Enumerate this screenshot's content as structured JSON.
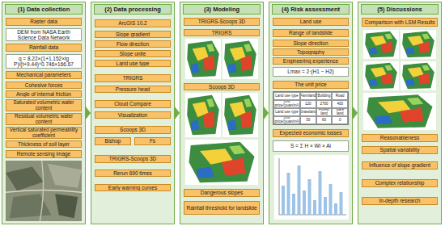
{
  "diagram": {
    "nodes": [
      {
        "text": [
          "(1) Data collection"
        ]
      },
      {
        "text": [
          "Raster data"
        ],
        "in": 0
      },
      {
        "text": [
          "DEM from NASA Earth Science Data Network"
        ],
        "in": 0
      },
      {
        "text": [
          "Rainfall data"
        ],
        "in": 0
      },
      {
        "text": [
          "q = 8.22×(1+1.152×lg P)/(t+9.44)^0.746×166.67"
        ],
        "in": 0
      },
      {
        "text": [
          "Mechanical parameters"
        ],
        "in": 0
      },
      {
        "text": [
          "Cohesive forces"
        ],
        "in": 0
      },
      {
        "text": [
          "Angle of internal friction"
        ],
        "in": 0
      },
      {
        "text": [
          "Saturated volumetric water content"
        ],
        "in": 0
      },
      {
        "text": [
          "Residual volumetric water content"
        ],
        "in": 0
      },
      {
        "text": [
          "Vertical saturated permeability coefficient"
        ],
        "in": 0
      },
      {
        "text": [
          "Thickness of soil layer"
        ],
        "in": 0
      },
      {
        "text": [
          "Remote sensing image"
        ],
        "in": 0
      },
      {
        "text": [
          "(2) Data processing"
        ]
      },
      {
        "text": [
          "ArcGIS 10.2"
        ],
        "in": 13
      },
      {
        "text": [
          "Slope gradient"
        ],
        "in": 13
      },
      {
        "text": [
          "Flow direction"
        ],
        "in": 13
      },
      {
        "text": [
          "Slope unite"
        ],
        "in": 13
      },
      {
        "text": [
          "Land use type"
        ],
        "in": 13
      },
      {
        "text": [
          "TRIGRS"
        ],
        "in": 13
      },
      {
        "text": [
          "Pressure head"
        ],
        "in": 13
      },
      {
        "text": [
          "Cloud Compare"
        ],
        "in": 13
      },
      {
        "text": [
          "Visualization"
        ],
        "in": 13
      },
      {
        "text": [
          "Scoops 3D"
        ],
        "in": 13
      },
      {
        "text": [
          "Bishop"
        ],
        "in": 13
      },
      {
        "text": [
          "Fs"
        ],
        "in": 13
      },
      {
        "text": [
          "TRIGRS-Scoops 3D"
        ],
        "in": 13
      },
      {
        "text": [
          "Rerun 690 times"
        ],
        "in": 13
      },
      {
        "text": [
          "Early warning curves"
        ],
        "in": 13
      },
      {
        "text": [
          "(3) Modeling"
        ]
      },
      {
        "text": [
          "TRIGRS-Scoops 3D"
        ],
        "in": 29
      },
      {
        "text": [
          "TRIGRS"
        ],
        "in": 29
      },
      {
        "text": [
          "Scoops 3D"
        ],
        "in": 29
      },
      {
        "text": [
          "Dangerous slopes"
        ],
        "in": 29
      },
      {
        "text": [
          "Rainfall threshold for landslide"
        ],
        "in": 29
      },
      {
        "text": [
          "(4) Risk assessment"
        ]
      },
      {
        "text": [
          "Land use"
        ],
        "in": 35
      },
      {
        "text": [
          "Range of landslide"
        ],
        "in": 35
      },
      {
        "text": [
          "Slope direction"
        ],
        "in": 35
      },
      {
        "text": [
          "Topography"
        ],
        "in": 35
      },
      {
        "text": [
          "Engineering experience"
        ],
        "in": 35
      },
      {
        "text": [
          "Lmax = 2·(H1 − H2)"
        ],
        "in": 35
      },
      {
        "text": [
          "The unit price"
        ],
        "in": 35
      },
      {
        "text": [
          "Land use type",
          "Farmland",
          "Building",
          "Road",
          "Unit price/(yuan/m²)",
          "120",
          "2700",
          "400",
          "Land use type",
          "Grassland",
          "Forest land",
          "Bare land",
          "Unit price/(yuan/m²)",
          "30",
          "60",
          "0"
        ],
        "in": 35
      },
      {
        "text": [
          "Expected economic losses"
        ],
        "in": 35
      },
      {
        "text": [
          "S = Σ H × Wi × Ai"
        ],
        "in": 35
      },
      {
        "text": [
          "(5) Discussions"
        ]
      },
      {
        "text": [
          "Comparison with LSM Results"
        ],
        "in": 46
      },
      {
        "text": [
          "Reasonableness"
        ],
        "in": 46
      },
      {
        "text": [
          "Spatial variability"
        ],
        "in": 46
      },
      {
        "text": [
          "Influence of slope gradient"
        ],
        "in": 46
      },
      {
        "text": [
          "Complex relationship"
        ],
        "in": 46
      },
      {
        "text": [
          "In-depth research"
        ],
        "in": 46
      }
    ],
    "edges": [
      {
        "from": 0,
        "to": 13,
        "arrow": "to"
      },
      {
        "from": 13,
        "to": 29,
        "arrow": "to"
      },
      {
        "from": 29,
        "to": 35,
        "arrow": "to"
      },
      {
        "from": 35,
        "to": 46,
        "arrow": "to"
      }
    ]
  }
}
